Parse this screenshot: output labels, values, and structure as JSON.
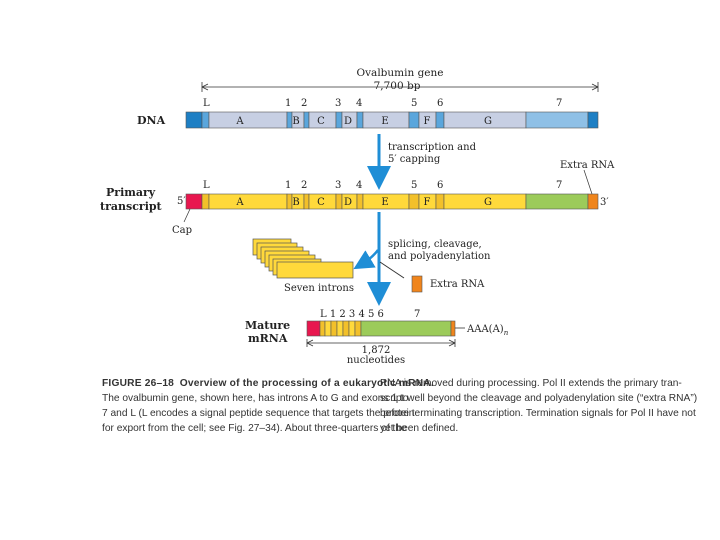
{
  "colors": {
    "dna_exon": "#5aa6dc",
    "dna_intron": "#c7cfe3",
    "dna_dark": "#1e7fc4",
    "pt_yellow": "#ffd93b",
    "pt_green": "#9ccb5a",
    "cap_red": "#e8174f",
    "extra_orange": "#f0851c",
    "arrow_blue": "#1f8ed6"
  },
  "header": {
    "gene_title": "Ovalbumin gene",
    "gene_size": "7,700 bp"
  },
  "dna": {
    "row_label": "DNA",
    "markers": [
      "L",
      "1",
      "2",
      "3",
      "4",
      "5",
      "6",
      "7"
    ],
    "introns": [
      "A",
      "B",
      "C",
      "D",
      "E",
      "F",
      "G"
    ]
  },
  "step1": {
    "line1": "transcription and",
    "line2": "5′ capping"
  },
  "primary": {
    "row_label_line1": "Primary",
    "row_label_line2": "transcript",
    "five_prime": "5′",
    "three_prime": "3′",
    "cap": "Cap",
    "extra_rna": "Extra RNA",
    "markers": [
      "L",
      "1",
      "2",
      "3",
      "4",
      "5",
      "6",
      "7"
    ],
    "introns": [
      "A",
      "B",
      "C",
      "D",
      "E",
      "F",
      "G"
    ]
  },
  "step2": {
    "line1": "splicing, cleavage,",
    "line2": "and polyadenylation",
    "seven_introns": "Seven introns",
    "extra_rna": "Extra RNA"
  },
  "mature": {
    "row_label_line1": "Mature",
    "row_label_line2": "mRNA",
    "exon_numbers": "L 1 2 3 4 5 6",
    "exon_7": "7",
    "polya_main": "AAA(A)",
    "polya_sub": "n",
    "length": "1,872",
    "length_unit": "nucleotides"
  },
  "caption": {
    "figure_label": "FIGURE 26–18",
    "title_text": "Overview of the processing of a eukaryotic mRNA.",
    "left_lines": [
      "The ovalbumin gene, shown here, has introns A to G and exons 1 to",
      "7 and L (L encodes a signal peptide sequence that targets the protein",
      "for export from the cell; see Fig. 27–34). About three-quarters of the"
    ],
    "right_lines": [
      "RNA is removed during processing. Pol II extends the primary tran-",
      "script well beyond the cleavage and polyadenylation site (“extra RNA”)",
      "before terminating transcription. Termination signals for Pol II have not",
      "yet been defined."
    ]
  }
}
